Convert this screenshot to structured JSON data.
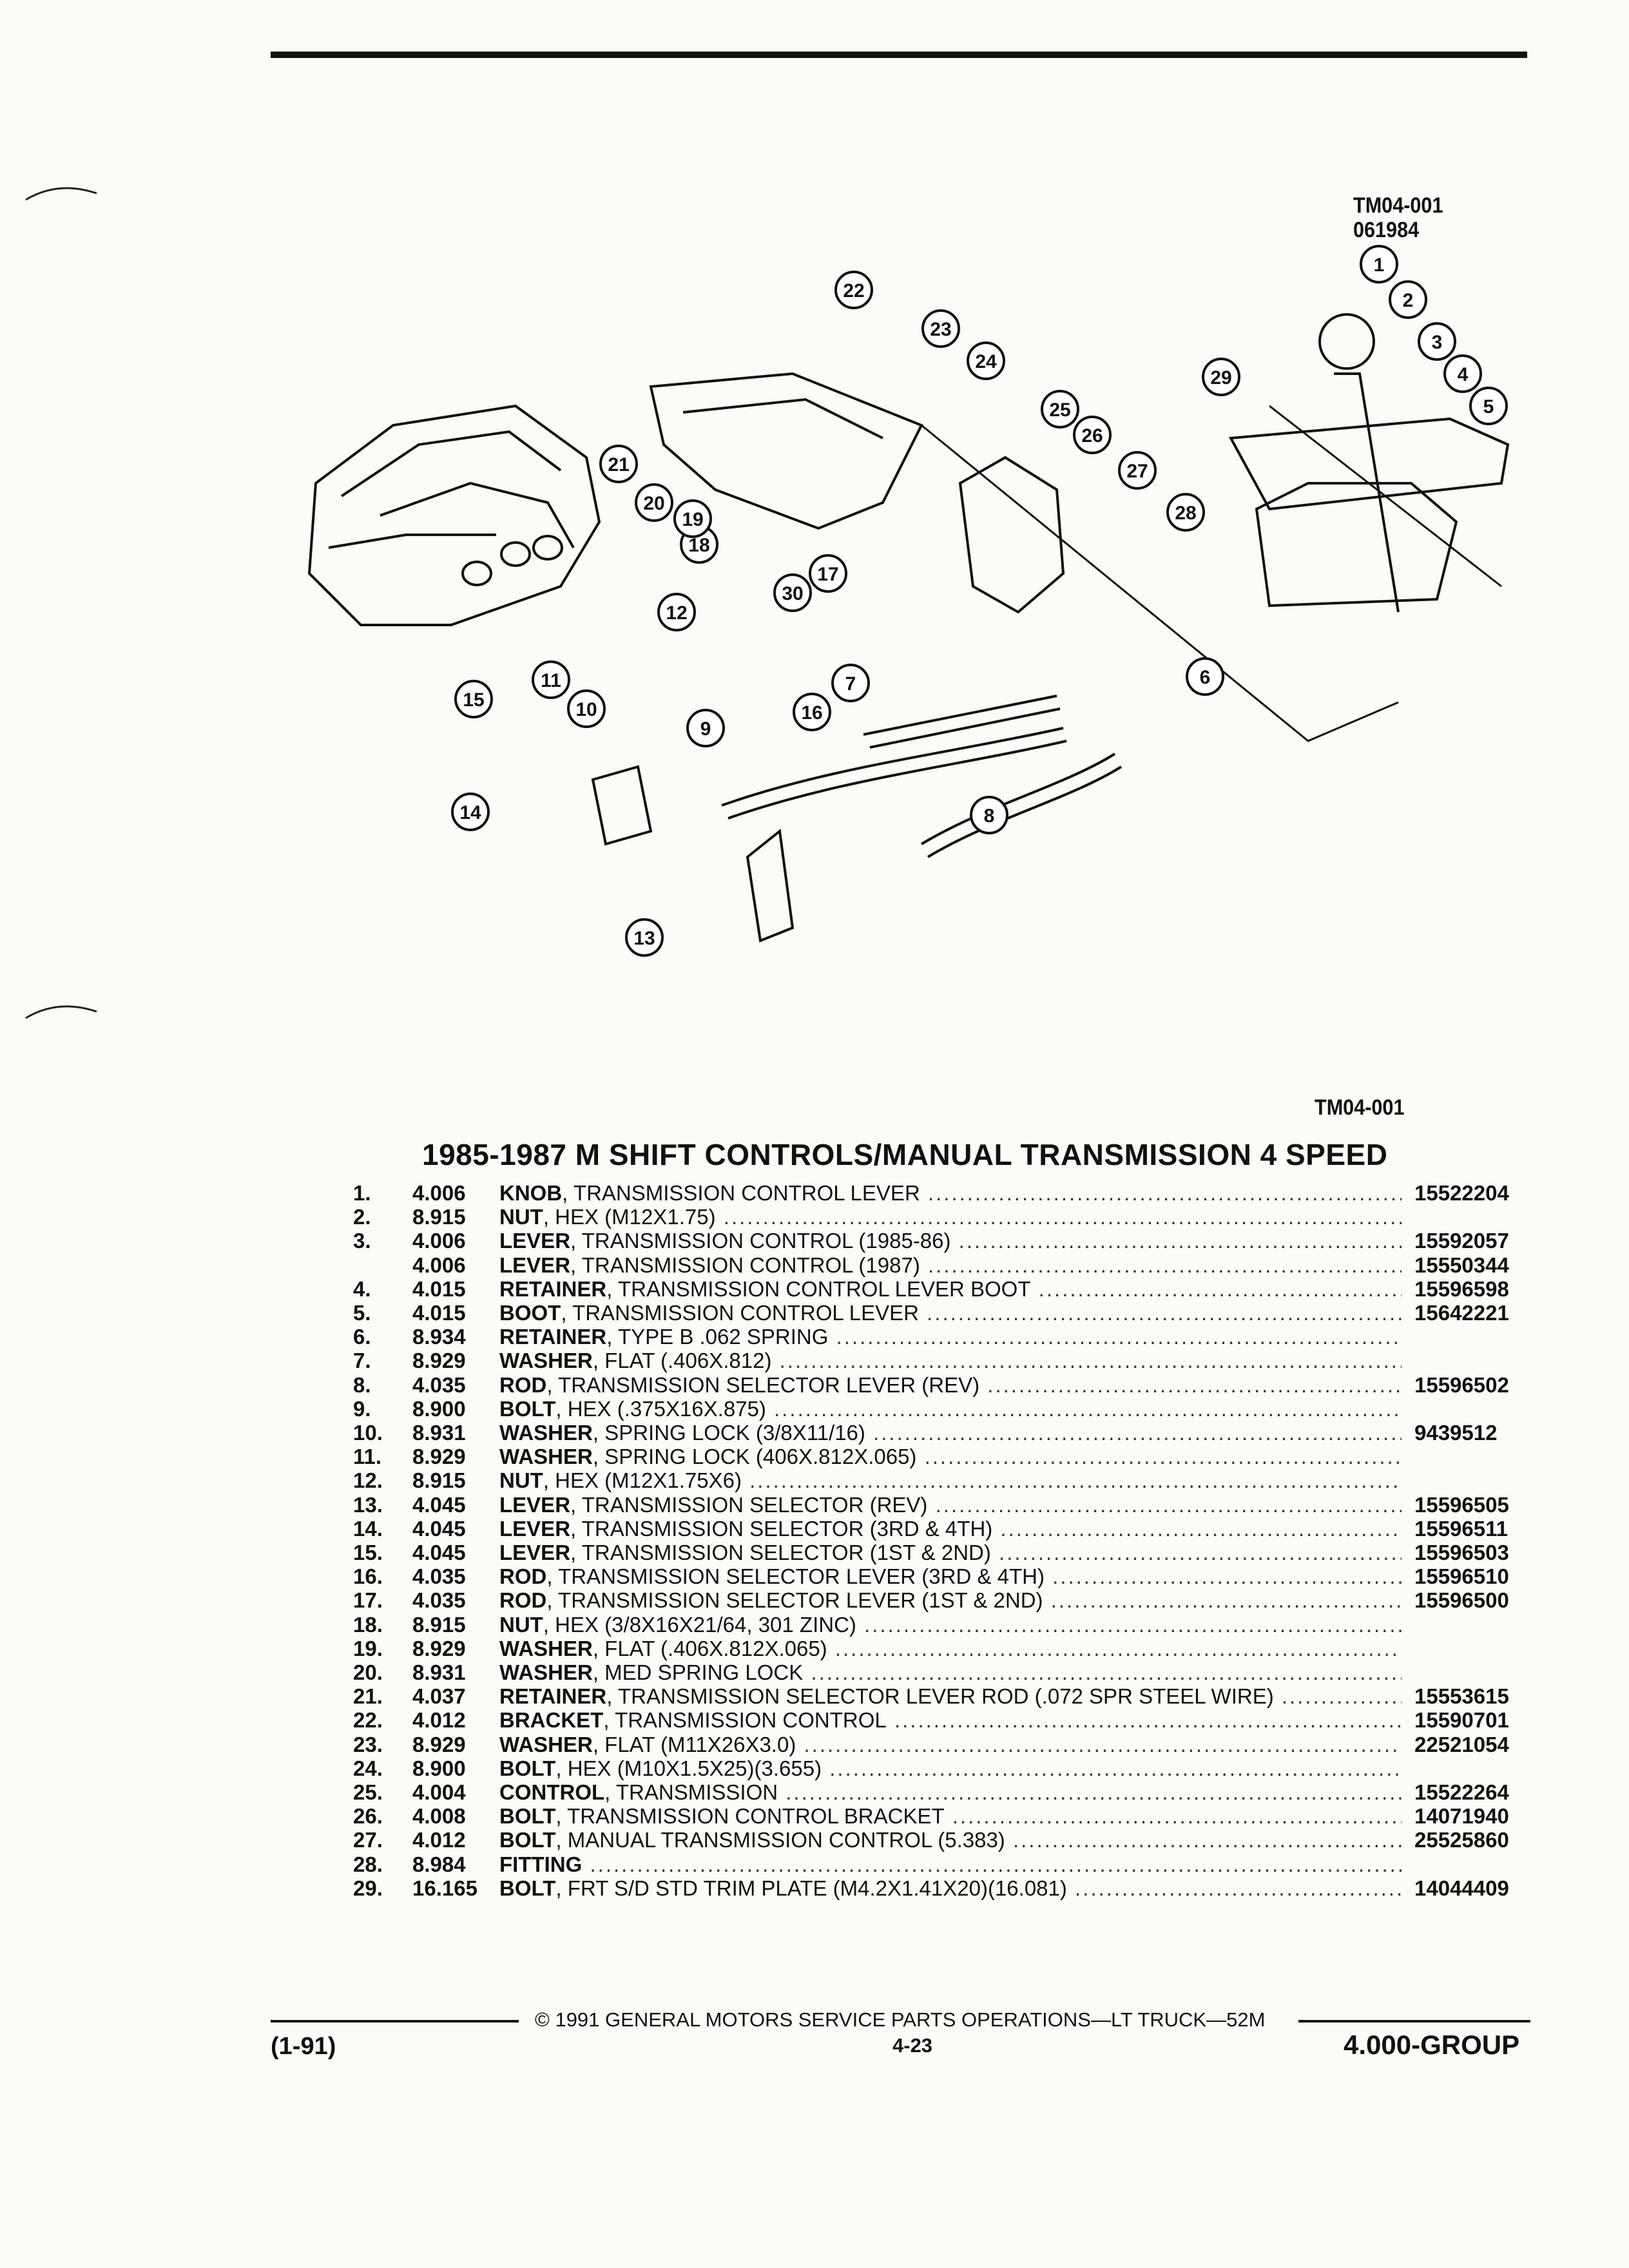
{
  "header": {
    "figure_code": "TM04-001",
    "figure_date": "061984"
  },
  "figure": {
    "caption_code": "TM04-001",
    "callouts": [
      "1",
      "2",
      "3",
      "4",
      "5",
      "6",
      "7",
      "8",
      "9",
      "10",
      "11",
      "12",
      "13",
      "14",
      "15",
      "16",
      "17",
      "18",
      "19",
      "20",
      "21",
      "22",
      "23",
      "24",
      "25",
      "26",
      "27",
      "28",
      "29",
      "30"
    ]
  },
  "parts_list": {
    "title": "1985-1987 M SHIFT CONTROLS/MANUAL TRANSMISSION 4 SPEED",
    "items": [
      {
        "num": "1.",
        "group": "4.006",
        "name": "KNOB",
        "desc": ", TRANSMISSION CONTROL LEVER",
        "part": "15522204"
      },
      {
        "num": "2.",
        "group": "8.915",
        "name": "NUT",
        "desc": ", HEX (M12X1.75)",
        "part": ""
      },
      {
        "num": "3.",
        "group": "4.006",
        "name": "LEVER",
        "desc": ", TRANSMISSION CONTROL (1985-86)",
        "part": "15592057"
      },
      {
        "num": "",
        "group": "4.006",
        "name": "LEVER",
        "desc": ", TRANSMISSION CONTROL (1987)",
        "part": "15550344"
      },
      {
        "num": "4.",
        "group": "4.015",
        "name": "RETAINER",
        "desc": ", TRANSMISSION CONTROL LEVER BOOT",
        "part": "15596598"
      },
      {
        "num": "5.",
        "group": "4.015",
        "name": "BOOT",
        "desc": ", TRANSMISSION CONTROL LEVER",
        "part": "15642221"
      },
      {
        "num": "6.",
        "group": "8.934",
        "name": "RETAINER",
        "desc": ", TYPE B .062 SPRING",
        "part": ""
      },
      {
        "num": "7.",
        "group": "8.929",
        "name": "WASHER",
        "desc": ", FLAT (.406X.812)",
        "part": ""
      },
      {
        "num": "8.",
        "group": "4.035",
        "name": "ROD",
        "desc": ", TRANSMISSION SELECTOR LEVER (REV)",
        "part": "15596502"
      },
      {
        "num": "9.",
        "group": "8.900",
        "name": "BOLT",
        "desc": ", HEX (.375X16X.875)",
        "part": ""
      },
      {
        "num": "10.",
        "group": "8.931",
        "name": "WASHER",
        "desc": ", SPRING LOCK (3/8X11/16)",
        "part": "9439512"
      },
      {
        "num": "11.",
        "group": "8.929",
        "name": "WASHER",
        "desc": ", SPRING LOCK (406X.812X.065)",
        "part": ""
      },
      {
        "num": "12.",
        "group": "8.915",
        "name": "NUT",
        "desc": ", HEX (M12X1.75X6)",
        "part": ""
      },
      {
        "num": "13.",
        "group": "4.045",
        "name": "LEVER",
        "desc": ", TRANSMISSION SELECTOR (REV)",
        "part": "15596505"
      },
      {
        "num": "14.",
        "group": "4.045",
        "name": "LEVER",
        "desc": ", TRANSMISSION SELECTOR (3RD & 4TH)",
        "part": "15596511"
      },
      {
        "num": "15.",
        "group": "4.045",
        "name": "LEVER",
        "desc": ", TRANSMISSION SELECTOR (1ST & 2ND)",
        "part": "15596503"
      },
      {
        "num": "16.",
        "group": "4.035",
        "name": "ROD",
        "desc": ", TRANSMISSION SELECTOR LEVER (3RD & 4TH)",
        "part": "15596510"
      },
      {
        "num": "17.",
        "group": "4.035",
        "name": "ROD",
        "desc": ", TRANSMISSION SELECTOR LEVER (1ST & 2ND)",
        "part": "15596500"
      },
      {
        "num": "18.",
        "group": "8.915",
        "name": "NUT",
        "desc": ", HEX (3/8X16X21/64, 301 ZINC)",
        "part": ""
      },
      {
        "num": "19.",
        "group": "8.929",
        "name": "WASHER",
        "desc": ", FLAT (.406X.812X.065)",
        "part": ""
      },
      {
        "num": "20.",
        "group": "8.931",
        "name": "WASHER",
        "desc": ", MED SPRING LOCK",
        "part": ""
      },
      {
        "num": "21.",
        "group": "4.037",
        "name": "RETAINER",
        "desc": ", TRANSMISSION SELECTOR LEVER ROD (.072 SPR STEEL WIRE)",
        "part": "15553615"
      },
      {
        "num": "22.",
        "group": "4.012",
        "name": "BRACKET",
        "desc": ", TRANSMISSION CONTROL",
        "part": "15590701"
      },
      {
        "num": "23.",
        "group": "8.929",
        "name": "WASHER",
        "desc": ", FLAT (M11X26X3.0)",
        "part": "22521054"
      },
      {
        "num": "24.",
        "group": "8.900",
        "name": "BOLT",
        "desc": ", HEX (M10X1.5X25)(3.655)",
        "part": ""
      },
      {
        "num": "25.",
        "group": "4.004",
        "name": "CONTROL",
        "desc": ", TRANSMISSION",
        "part": "15522264"
      },
      {
        "num": "26.",
        "group": "4.008",
        "name": "BOLT",
        "desc": ", TRANSMISSION CONTROL BRACKET",
        "part": "14071940"
      },
      {
        "num": "27.",
        "group": "4.012",
        "name": "BOLT",
        "desc": ", MANUAL TRANSMISSION CONTROL (5.383)",
        "part": "25525860"
      },
      {
        "num": "28.",
        "group": "8.984",
        "name": "FITTING",
        "desc": "",
        "part": ""
      },
      {
        "num": "29.",
        "group": "16.165",
        "name": "BOLT",
        "desc": ", FRT S/D STD TRIM PLATE (M4.2X1.41X20)(16.081)",
        "part": "14044409"
      }
    ]
  },
  "footer": {
    "copyright": "© 1991 GENERAL MOTORS SERVICE PARTS OPERATIONS—LT TRUCK—52M",
    "page": "4-23",
    "revision": "(1-91)",
    "group": "4.000-GROUP"
  }
}
